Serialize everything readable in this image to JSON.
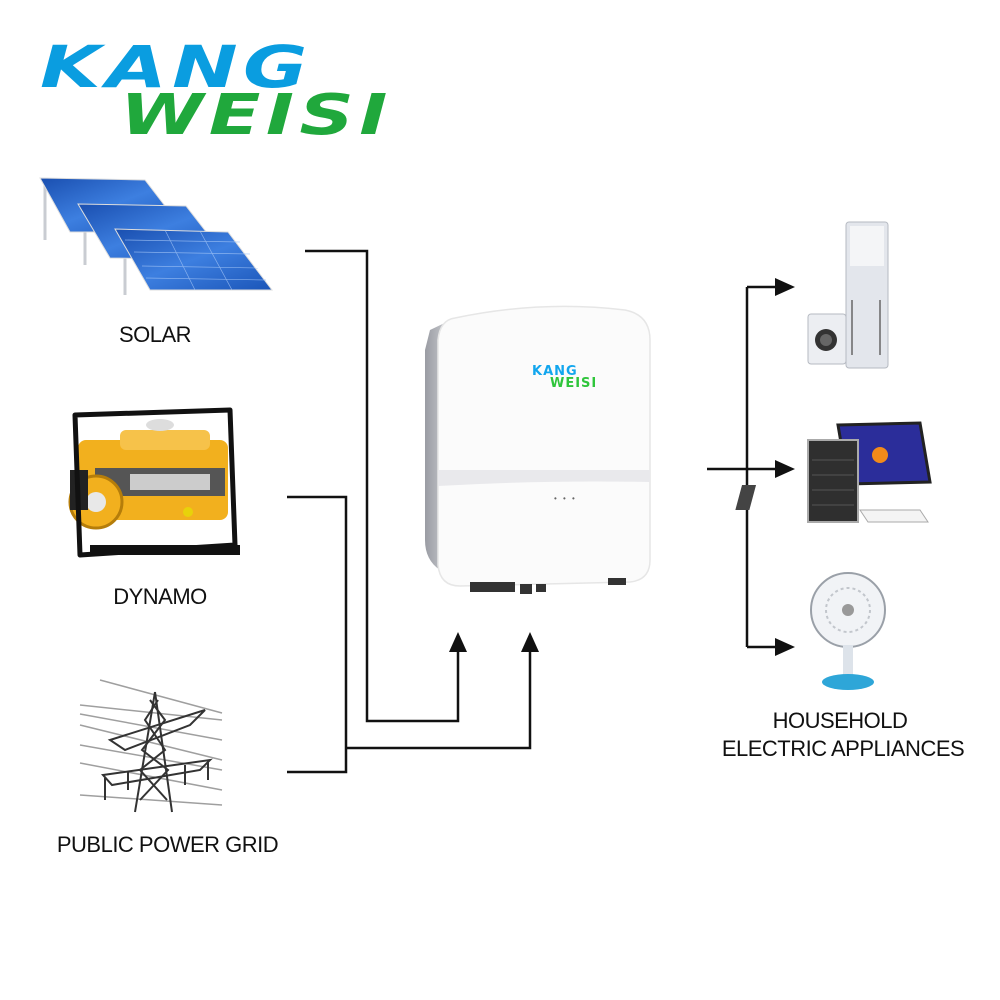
{
  "brand": {
    "line1": "KANG",
    "line2": "WEISI",
    "line1_color": "#0a9de0",
    "line2_color": "#20a83c"
  },
  "sources": [
    {
      "id": "solar",
      "label": "SOLAR",
      "icon": "solar-panels-icon"
    },
    {
      "id": "dynamo",
      "label": "DYNAMO",
      "icon": "generator-icon"
    },
    {
      "id": "grid",
      "label": "PUBLIC POWER GRID",
      "icon": "power-tower-icon"
    }
  ],
  "inverter": {
    "logo_line1": "KANG",
    "logo_line2": "WEISI",
    "indicator": "• • •",
    "icon": "inverter-icon"
  },
  "outputs": {
    "label_line1": "HOUSEHOLD",
    "label_line2": "ELECTRIC APPLIANCES",
    "items": [
      {
        "id": "ac-washer",
        "icon": "air-conditioner-washer-icon"
      },
      {
        "id": "computer",
        "icon": "desktop-computer-icon"
      },
      {
        "id": "fan",
        "icon": "electric-fan-icon"
      }
    ]
  },
  "colors": {
    "line": "#111111",
    "solar_blue": "#1f5fbf",
    "generator_yellow": "#f2b01e"
  }
}
